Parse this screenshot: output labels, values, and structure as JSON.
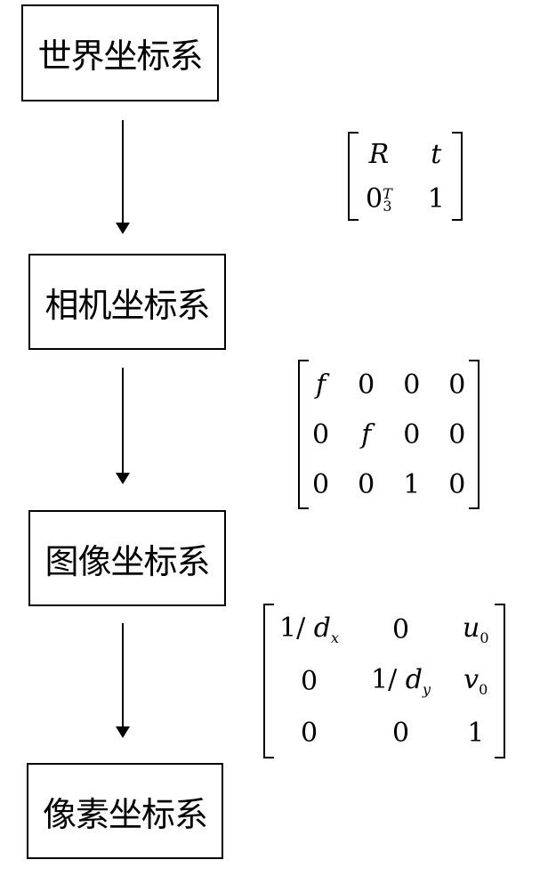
{
  "diagram": {
    "type": "flowchart",
    "direction": "top-to-bottom",
    "nodes": [
      {
        "id": "world",
        "label": "世界坐标系"
      },
      {
        "id": "camera",
        "label": "相机坐标系"
      },
      {
        "id": "image",
        "label": "图像坐标系"
      },
      {
        "id": "pixel",
        "label": "像素坐标系"
      }
    ],
    "edges": [
      {
        "from": "world",
        "to": "camera",
        "transform": "extrinsic"
      },
      {
        "from": "camera",
        "to": "image",
        "transform": "projection"
      },
      {
        "from": "image",
        "to": "pixel",
        "transform": "pixel"
      }
    ],
    "matrices": {
      "extrinsic": {
        "rows": [
          [
            "R",
            "t"
          ],
          [
            "0_3^T",
            "1"
          ]
        ],
        "cells": {
          "r0c0": "R",
          "r0c1": "t",
          "r1c0_base": "0",
          "r1c0_sub": "3",
          "r1c0_sup": "T",
          "r1c1": "1"
        }
      },
      "projection": {
        "rows": [
          [
            "f",
            "0",
            "0",
            "0"
          ],
          [
            "0",
            "f",
            "0",
            "0"
          ],
          [
            "0",
            "0",
            "1",
            "0"
          ]
        ]
      },
      "pixel": {
        "rows": [
          [
            "1/d_x",
            "0",
            "u_0"
          ],
          [
            "0",
            "1/d_y",
            "v_0"
          ],
          [
            "0",
            "0",
            "1"
          ]
        ],
        "cells": {
          "r0c0_pre": "1/ ",
          "r0c0_var": "d",
          "r0c0_sub": "x",
          "r0c1": "0",
          "r0c2_var": "u",
          "r0c2_sub": "0",
          "r1c0": "0",
          "r1c1_pre": "1/ ",
          "r1c1_var": "d",
          "r1c1_sub": "y",
          "r1c2_var": "v",
          "r1c2_sub": "0",
          "r2c0": "0",
          "r2c1": "0",
          "r2c2": "1"
        }
      }
    }
  }
}
